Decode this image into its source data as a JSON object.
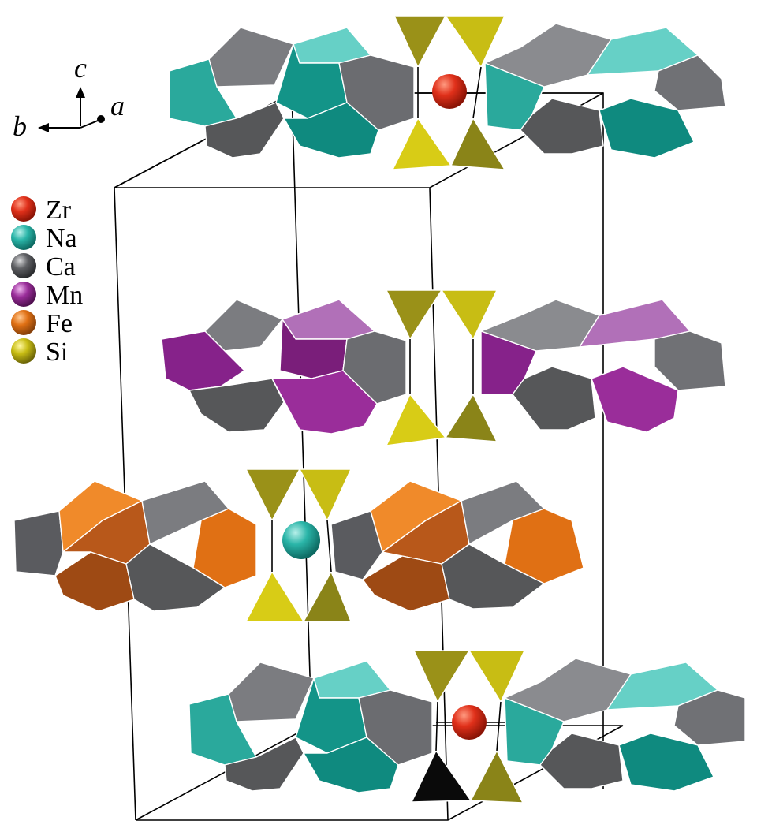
{
  "axes": {
    "c": "c",
    "b": "b",
    "a": "a"
  },
  "legend": [
    {
      "label": "Zr",
      "color": "#e0301a"
    },
    {
      "label": "Na",
      "color": "#2ab5a8"
    },
    {
      "label": "Ca",
      "color": "#5f6064"
    },
    {
      "label": "Mn",
      "color": "#9a2d9a"
    },
    {
      "label": "Fe",
      "color": "#e07014"
    },
    {
      "label": "Si",
      "color": "#c8bd14"
    }
  ]
}
